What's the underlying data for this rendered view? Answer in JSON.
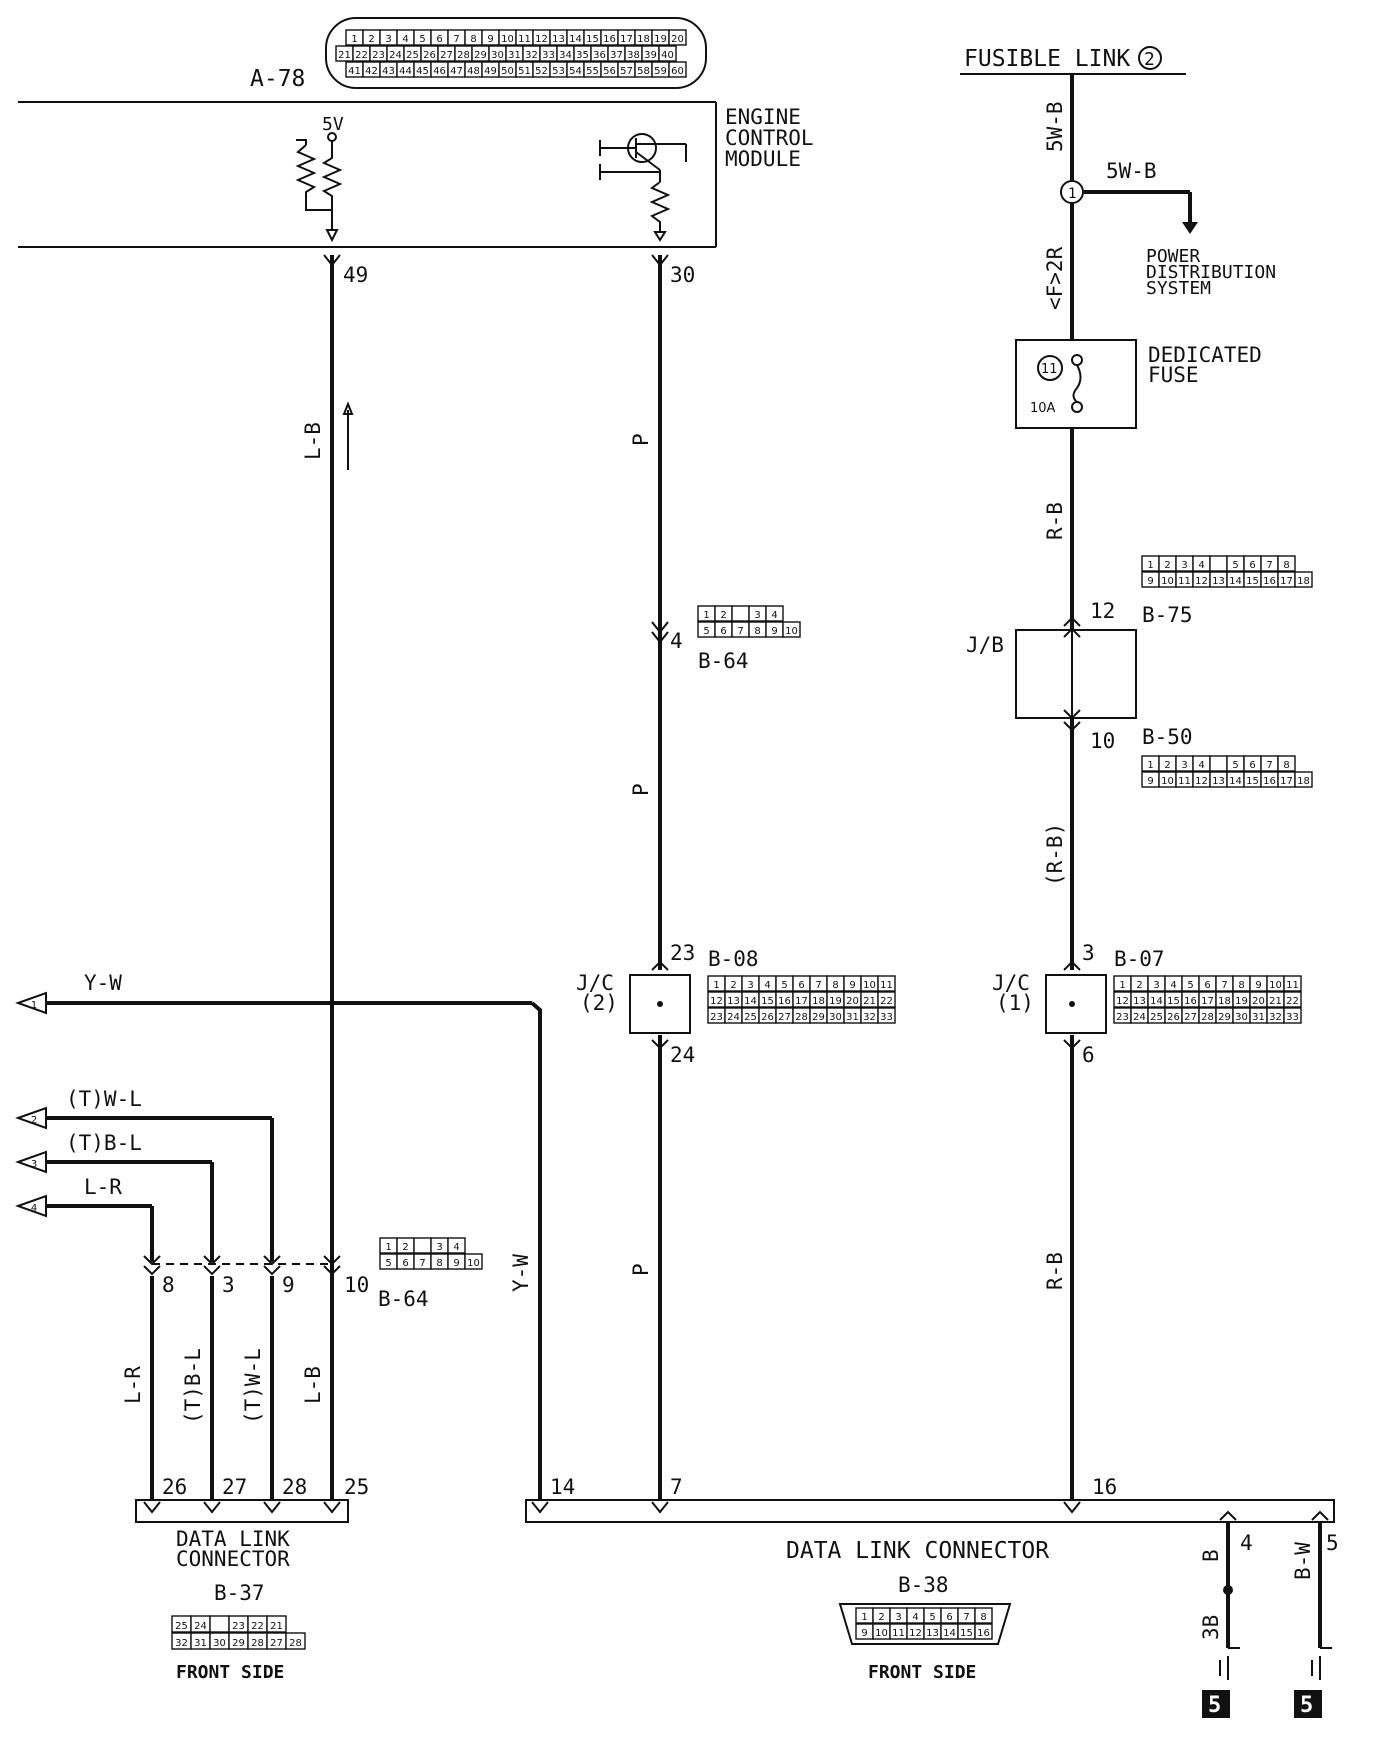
{
  "ecm": {
    "connector_id": "A-78",
    "title": [
      "ENGINE",
      "CONTROL",
      "MODULE"
    ],
    "supply_label": "5V",
    "pin_left": "49",
    "pin_right": "30"
  },
  "fusible": {
    "title": "FUSIBLE LINK",
    "number": "2",
    "wire_top": "5W-B",
    "splice_number": "1",
    "branch_wire": "5W-B",
    "branch_dest": [
      "POWER",
      "DISTRIBUTION",
      "SYSTEM"
    ],
    "wire_below_splice": "<F>2R"
  },
  "fuse": {
    "title": [
      "DEDICATED",
      "FUSE"
    ],
    "number": "11",
    "rating": "10A"
  },
  "jb": {
    "label": "J/B",
    "pin_top": "12",
    "conn_top": "B-75",
    "pin_bottom": "10",
    "conn_bottom": "B-50",
    "wire_above": "R-B",
    "wire_below": "(R-B)"
  },
  "jc2": {
    "label": [
      "J/C",
      "(2)"
    ],
    "pin_top": "23",
    "pin_bottom": "24",
    "conn": "B-08"
  },
  "jc1": {
    "label": [
      "J/C",
      "(1)"
    ],
    "pin_top": "3",
    "pin_bottom": "6",
    "conn": "B-07"
  },
  "wires": {
    "lb": "L-B",
    "p": "P",
    "rb": "R-B",
    "yw": "Y-W",
    "left_twl": "(T)W-L",
    "left_tbl": "(T)B-L",
    "left_lr": "L-R",
    "vert_lr": "L-R",
    "vert_tbl": "(T)B-L",
    "vert_twl": "(T)W-L",
    "vert_lb": "L-B"
  },
  "b64": {
    "id": "B-64",
    "pin_p": "4",
    "pins_row": [
      "8",
      "3",
      "9",
      "10"
    ]
  },
  "arrows": [
    "1",
    "2",
    "3",
    "4"
  ],
  "dlc37": {
    "title": [
      "DATA LINK",
      "CONNECTOR"
    ],
    "id": "B-37",
    "pins": [
      "26",
      "27",
      "28",
      "25"
    ],
    "front": "FRONT SIDE",
    "grid_top": [
      "25",
      "24",
      "",
      "23",
      "22",
      "21"
    ],
    "grid_bottom": [
      "32",
      "31",
      "30",
      "29",
      "28",
      "27",
      "28"
    ]
  },
  "dlc38": {
    "title": "DATA LINK CONNECTOR",
    "id": "B-38",
    "pins": [
      "14",
      "7",
      "16"
    ],
    "front": "FRONT SIDE",
    "grid_top": [
      "1",
      "2",
      "3",
      "4",
      "5",
      "6",
      "7",
      "8"
    ],
    "grid_bottom": [
      "9",
      "10",
      "11",
      "12",
      "13",
      "14",
      "15",
      "16"
    ]
  },
  "grounds": {
    "pin4": "4",
    "pin5": "5",
    "wire4": "B",
    "wire5": "B-W",
    "wire4_lower": "3B",
    "ground_num": "5"
  },
  "connector_grids": {
    "a78_row1": [
      "1",
      "2",
      "3",
      "4",
      "5",
      "6",
      "7",
      "8",
      "9",
      "10",
      "11",
      "12",
      "13",
      "14",
      "15",
      "16",
      "17",
      "18",
      "19",
      "20"
    ],
    "a78_row2": [
      "21",
      "22",
      "23",
      "24",
      "25",
      "26",
      "27",
      "28",
      "29",
      "30",
      "31",
      "32",
      "33",
      "34",
      "35",
      "36",
      "37",
      "38",
      "39",
      "40"
    ],
    "a78_row3": [
      "41",
      "42",
      "43",
      "44",
      "45",
      "46",
      "47",
      "48",
      "49",
      "50",
      "51",
      "52",
      "53",
      "54",
      "55",
      "56",
      "57",
      "58",
      "59",
      "60"
    ],
    "b64_row1": [
      "1",
      "2",
      "",
      "3",
      "4"
    ],
    "b64_row2": [
      "5",
      "6",
      "7",
      "8",
      "9",
      "10"
    ],
    "b75_row1": [
      "1",
      "2",
      "3",
      "4",
      "",
      "5",
      "6",
      "7",
      "8"
    ],
    "b75_row2": [
      "9",
      "10",
      "11",
      "12",
      "13",
      "14",
      "15",
      "16",
      "17",
      "18"
    ],
    "b50_row1": [
      "1",
      "2",
      "3",
      "4",
      "",
      "5",
      "6",
      "7",
      "8"
    ],
    "b50_row2": [
      "9",
      "10",
      "11",
      "12",
      "13",
      "14",
      "15",
      "16",
      "17",
      "18"
    ],
    "b08_row1": [
      "1",
      "2",
      "3",
      "4",
      "5",
      "6",
      "7",
      "8",
      "9",
      "10",
      "11"
    ],
    "b08_row2": [
      "12",
      "13",
      "14",
      "15",
      "16",
      "17",
      "18",
      "19",
      "20",
      "21",
      "22"
    ],
    "b08_row3": [
      "23",
      "24",
      "25",
      "26",
      "27",
      "28",
      "29",
      "30",
      "31",
      "32",
      "33"
    ]
  }
}
